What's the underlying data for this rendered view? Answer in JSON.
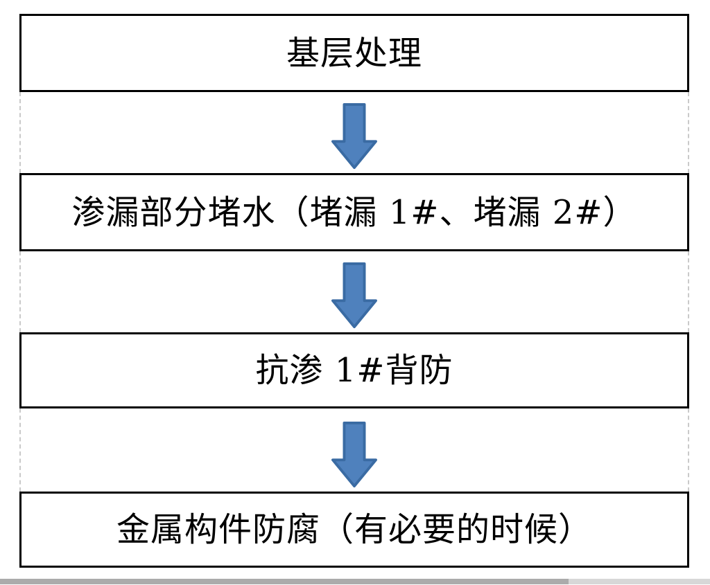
{
  "flowchart": {
    "title": "waterproofing-process-flow",
    "steps": [
      {
        "label": "基层处理"
      },
      {
        "label": "渗漏部分堵水（堵漏 1#、堵漏 2#）"
      },
      {
        "label": "抗渗 1#背防"
      },
      {
        "label": "金属构件防腐（有必要的时候）"
      }
    ],
    "connector_icon": "down-arrow-icon",
    "colors": {
      "arrow_fill": "#4f81bd",
      "arrow_stroke": "#3a6ba3",
      "box_border": "#000000",
      "text": "#000000",
      "dashed_gridline": "#c9c9c9",
      "scrollbar_thumb": "#ababab",
      "scrollbar_track": "#d7d7d7",
      "background": "#ffffff"
    }
  }
}
